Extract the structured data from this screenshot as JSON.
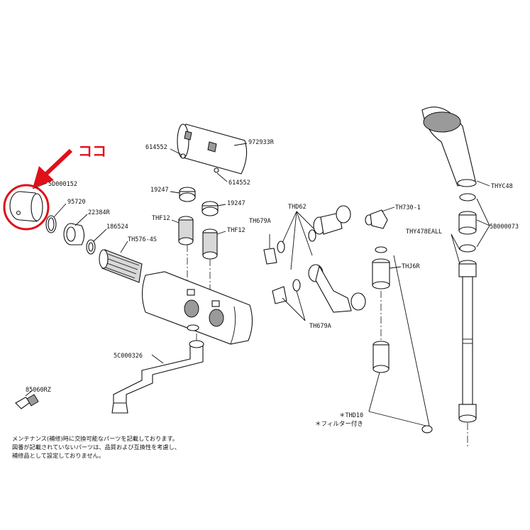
{
  "callout": {
    "text": "ココ",
    "color": "#e0101a"
  },
  "part_labels": {
    "p5d000152": "5D000152",
    "p95720": "95720",
    "p22384r": "22384R",
    "p186524": "186524",
    "th576": "TH576-4S",
    "p614552a": "614552",
    "p972933r": "972933R",
    "p614552b": "614552",
    "p19247a": "19247",
    "p19247b": "19247",
    "thf12a": "THF12",
    "thf12b": "THF12",
    "th679a_top": "TH679A",
    "thd62": "THD62",
    "th730": "TH730-1",
    "thyc48": "THYC48",
    "p5b000073": "5B000073",
    "thy478": "THY478EALL",
    "thj6r": "THJ6R",
    "th679a_bottom": "TH679A",
    "p5c000326": "5C000326",
    "p85060rz": "85060RZ",
    "thd10": "＊THD10",
    "filter": "＊フィルター付き"
  },
  "notes": [
    "メンテナンス(補修)時に交換可能なパーツを記載しております。",
    "図番が記載されていないパーツは、品質および互換性を考慮し、",
    "補修品として設定しておりません。"
  ]
}
